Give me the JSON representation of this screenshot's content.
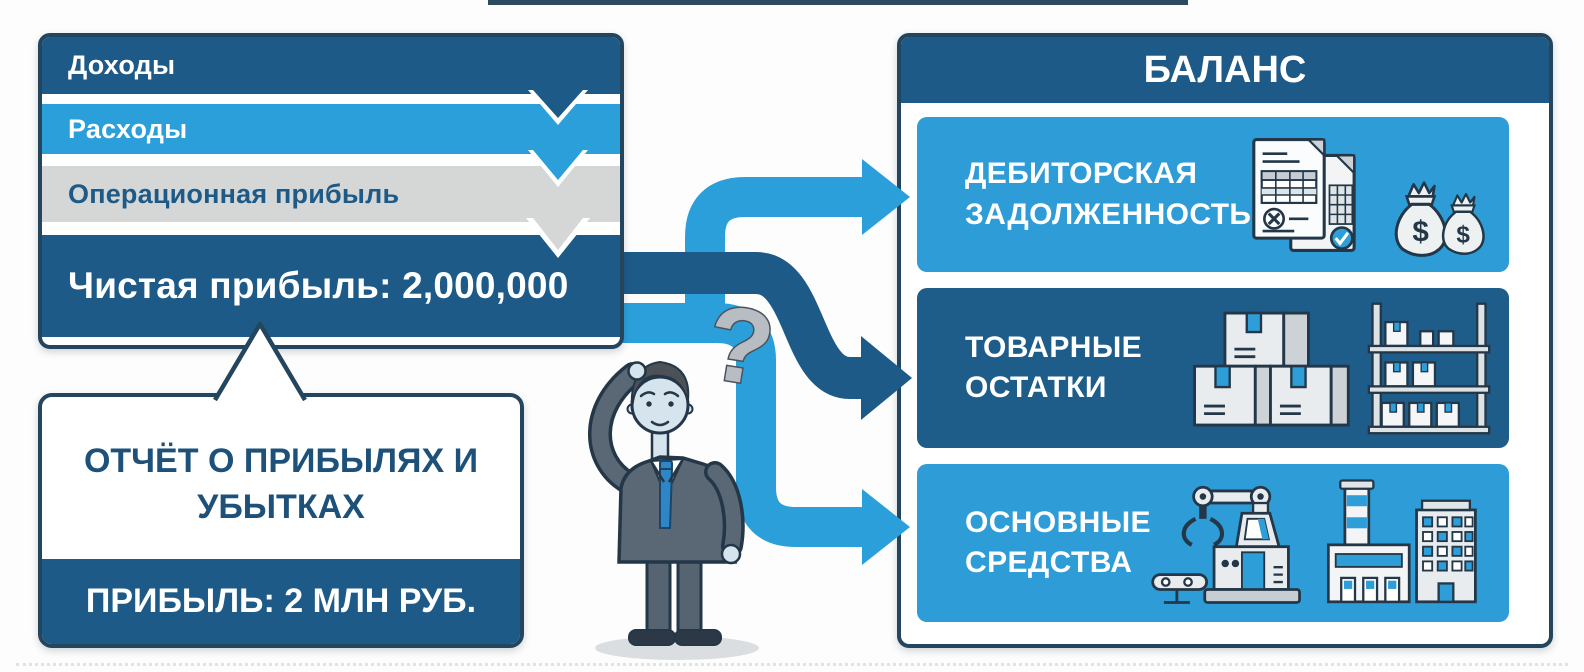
{
  "income_statement_box": {
    "rows": [
      {
        "label": "Доходы",
        "bg": "#1d5a87",
        "color": "#ffffff"
      },
      {
        "label": "Расходы",
        "bg": "#2b9fd9",
        "color": "#ffffff"
      },
      {
        "label": "Операционная прибыль",
        "bg": "#d5d7d6",
        "color": "#1d5a87"
      },
      {
        "label": "Чистая прибыль: 2,000,000",
        "bg": "#1d5a87",
        "color": "#ffffff"
      }
    ]
  },
  "report_callout": {
    "title_lines": [
      "ОТЧЁТ О ПРИБЫЛЯХ И",
      "УБЫТКАХ"
    ],
    "footer": "ПРИБЫЛЬ: 2 МЛН РУБ."
  },
  "balance_panel": {
    "title": "БАЛАНС",
    "cards": [
      {
        "lines": [
          "ДЕБИТОРСКАЯ",
          "ЗАДОЛЖЕННОСТЬ"
        ],
        "bg": "#2e9cd6",
        "icons": [
          "invoice-documents-icon",
          "money-bags-icon"
        ]
      },
      {
        "lines": [
          "ТОВАРНЫЕ",
          "ОСТАТКИ"
        ],
        "bg": "#1e5c8a",
        "icons": [
          "stacked-boxes-icon",
          "warehouse-shelf-icon"
        ]
      },
      {
        "lines": [
          "ОСНОВНЫЕ",
          "СРЕДСТВА"
        ],
        "bg": "#2e9cd6",
        "icons": [
          "machinery-icon",
          "factory-building-icon"
        ]
      }
    ]
  },
  "figure": {
    "question_mark": "?"
  },
  "colors": {
    "navy": "#1d5a87",
    "light_blue": "#2b9fd9",
    "card_light": "#2e9cd6",
    "card_dark": "#1e5c8a",
    "gray_row": "#d5d7d6",
    "outline": "#24455e",
    "background": "#fdfdfd"
  }
}
